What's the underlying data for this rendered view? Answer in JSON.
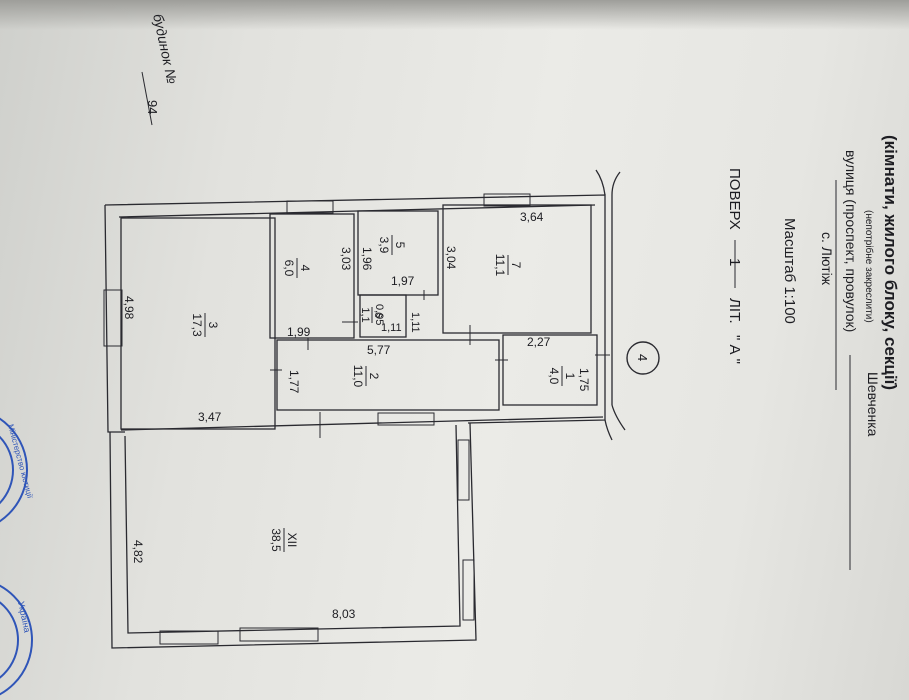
{
  "header": {
    "title": "(кімнати, жилого блоку, секції)",
    "subtitle": "(непотрібне закреслити)",
    "building_label": "будинок №",
    "building_number": "94",
    "street_label": "вулиця (проспект, провулок)",
    "street_name": "Шевченка",
    "settlement": "с. Лютіж",
    "scale": "Масштаб 1:100",
    "floor_label": "ПОВЕРХ",
    "floor_number": "1",
    "letter_label": "ЛІТ.",
    "letter_value": "\" А \"",
    "marker": "4"
  },
  "rooms": [
    {
      "id": "7",
      "area": "11,1"
    },
    {
      "id": "5",
      "area": "3,9"
    },
    {
      "id": "4",
      "area": "6,0"
    },
    {
      "id": "3",
      "area": "17,3"
    },
    {
      "id": "6",
      "area": "1,1"
    },
    {
      "id": "1",
      "area": "4,0"
    },
    {
      "id": "2",
      "area": "11,0"
    },
    {
      "id": "XII",
      "area": "38,5"
    }
  ],
  "dimensions": {
    "d364": "3,64",
    "d304": "3,04",
    "d303": "3,03",
    "d196": "1,96",
    "d197": "1,97",
    "d095": "0,95",
    "d111a": "1,11",
    "d111b": "1,11",
    "d199": "1,99",
    "d498": "4,98",
    "d347": "3,47",
    "d227": "2,27",
    "d175": "1,75",
    "d577": "5,77",
    "d177": "1,77",
    "d482": "4,82",
    "d803": "8,03"
  },
  "stamps": [
    {
      "text": "Україна"
    },
    {
      "text": "Міністерство юстиції"
    }
  ]
}
